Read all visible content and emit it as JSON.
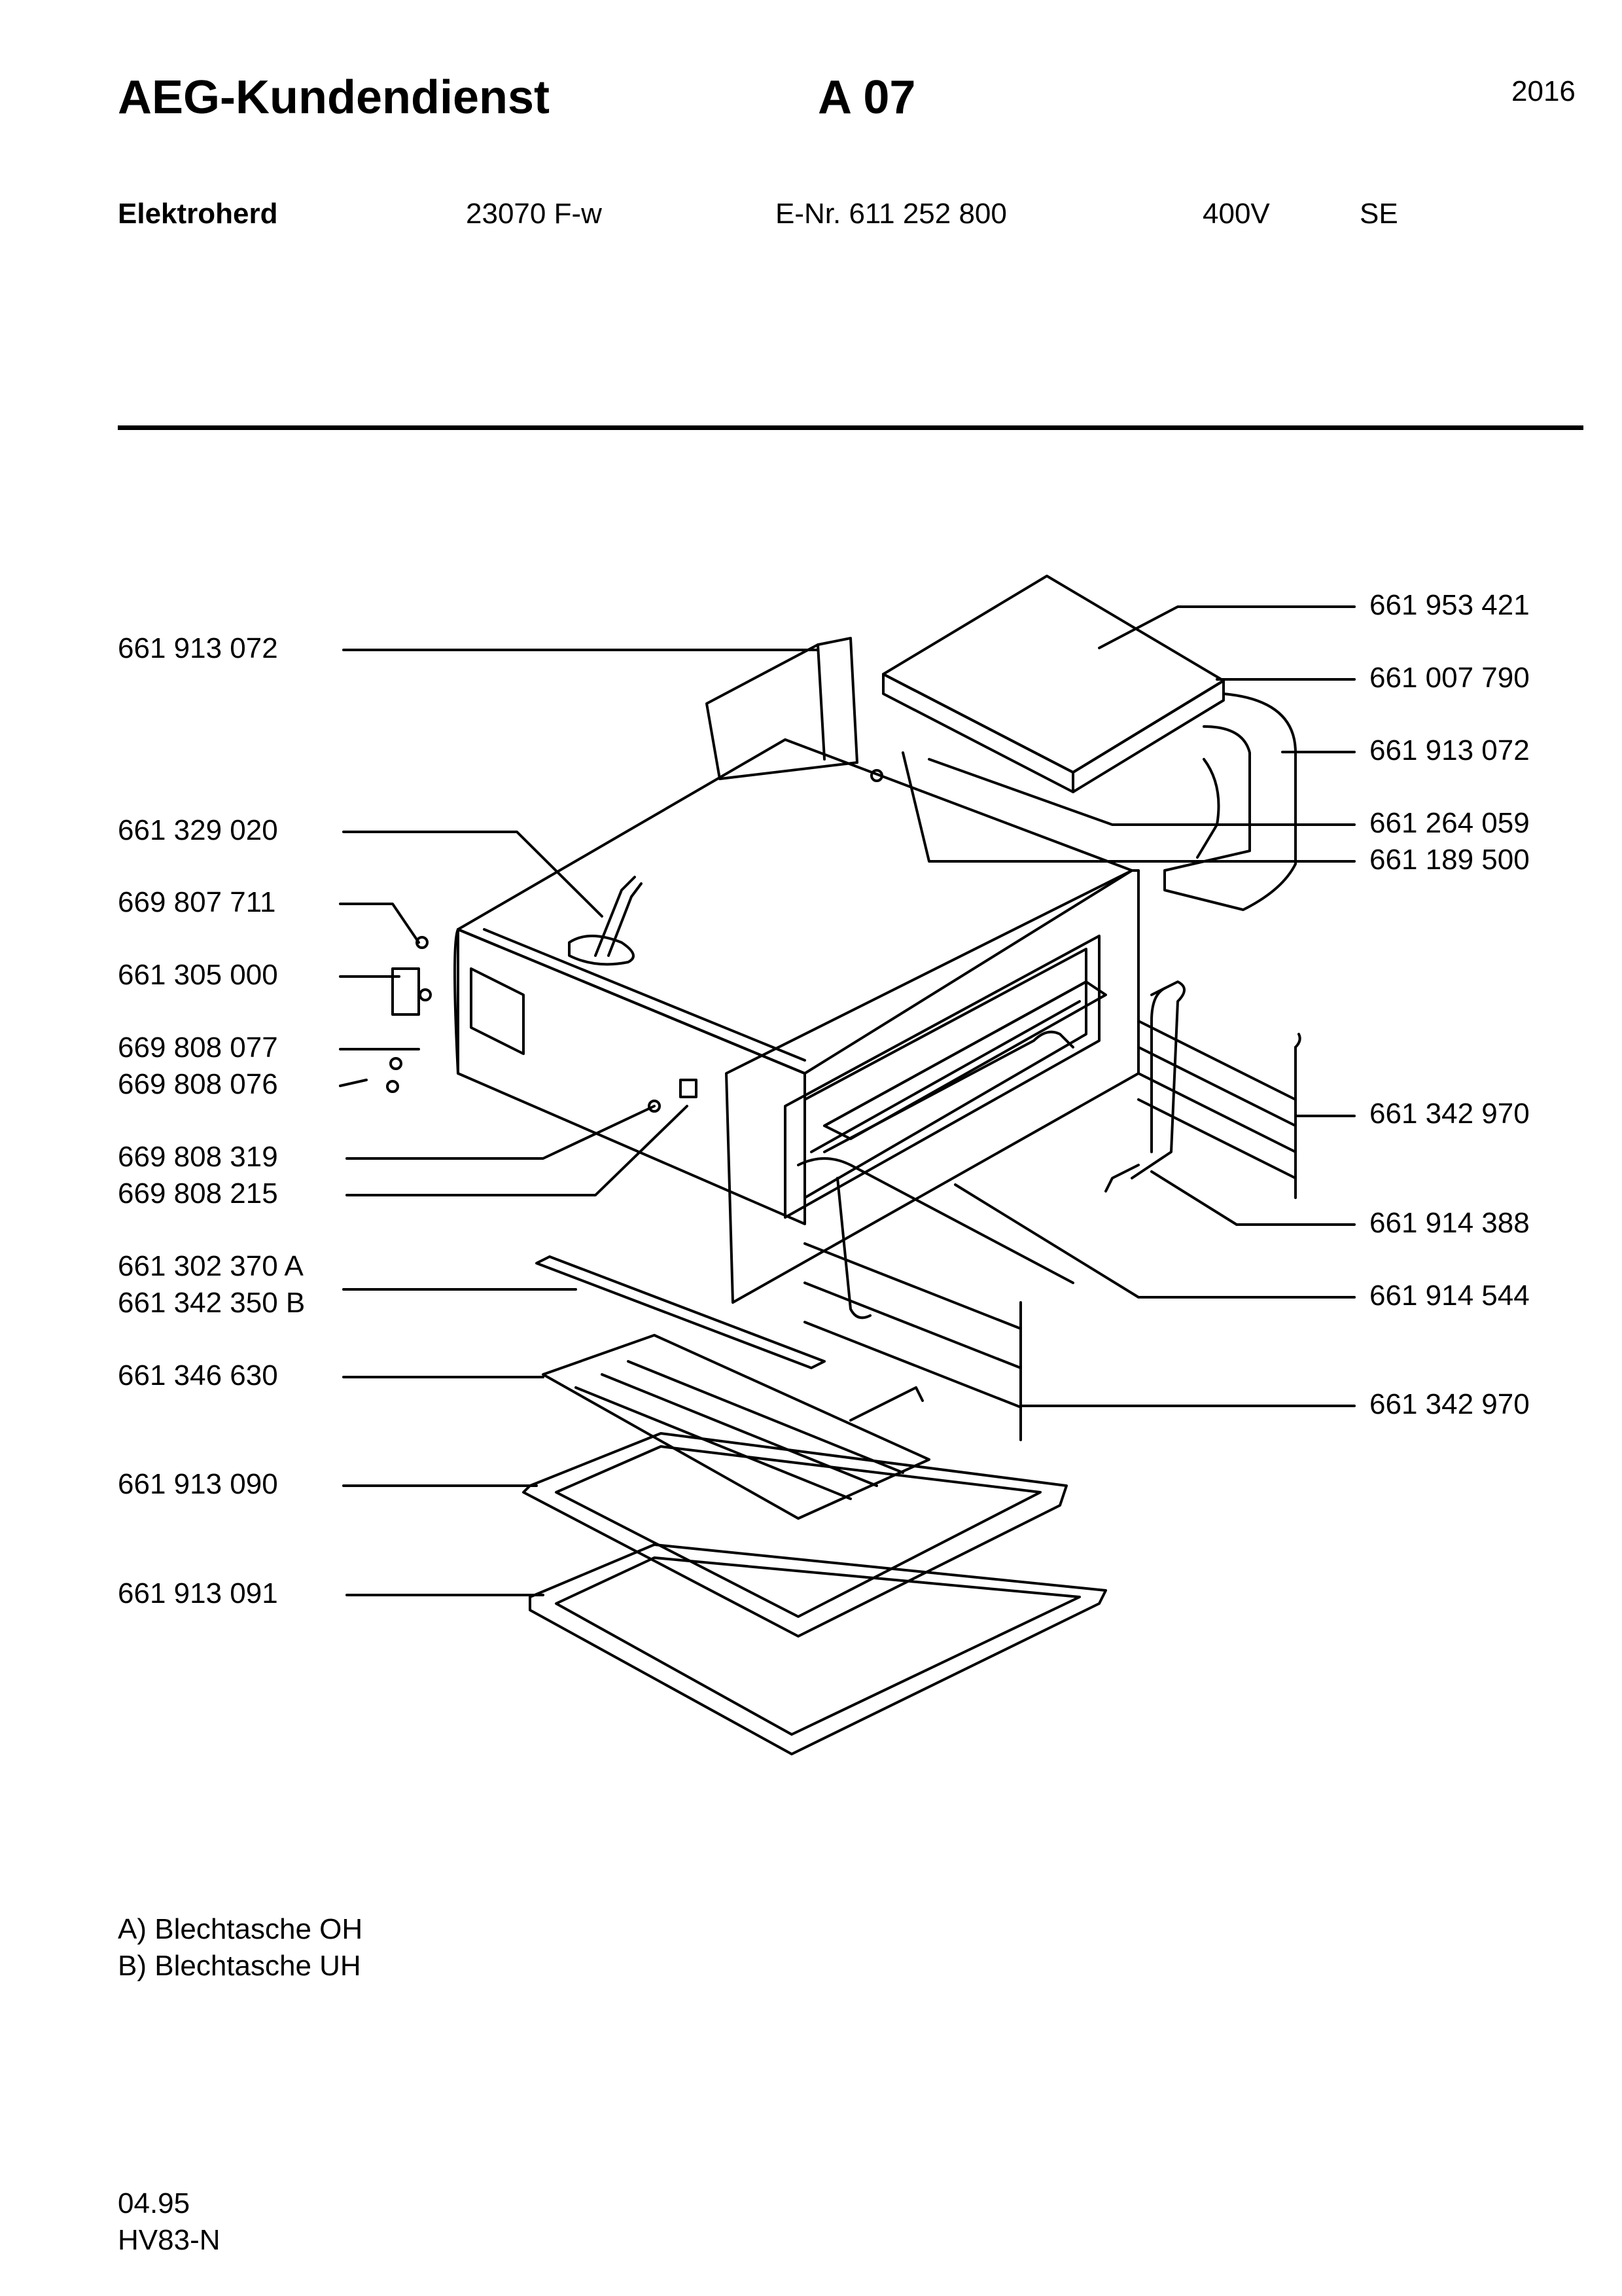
{
  "header": {
    "brand": "AEG-Kundendienst",
    "page_code": "A 07",
    "year": "2016",
    "product": "Elektroherd",
    "model": "23070 F-w",
    "enr": "E-Nr. 611 252 800",
    "voltage": "400V",
    "country": "SE"
  },
  "parts_left": [
    "661 913 072",
    "661 329 020",
    "669 807 711",
    "661 305 000",
    "669 808 077",
    "669 808 076",
    "669 808 319",
    "669 808 215",
    "661 302 370 A",
    "661 342 350 B",
    "661 346 630",
    "661 913 090",
    "661 913 091"
  ],
  "parts_right": [
    "661 953 421",
    "661 007 790",
    "661 913 072",
    "661 264 059",
    "661 189 500",
    "661 342 970",
    "661 914 388",
    "661 914 544",
    "661 342 970"
  ],
  "notes": [
    "A) Blechtasche  OH",
    "B) Blechtasche  UH"
  ],
  "footer": {
    "date": "04.95",
    "code": "HV83-N"
  }
}
